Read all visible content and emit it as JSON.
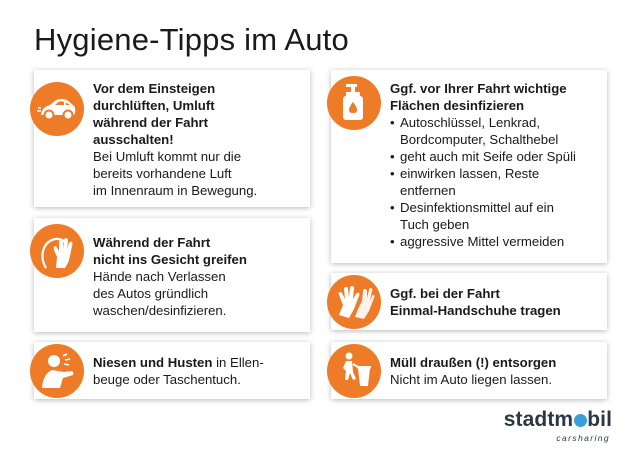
{
  "title": "Hygiene-Tipps im Auto",
  "accent_color": "#ee7b27",
  "cards": {
    "ventilate": {
      "icon": "car-icon",
      "heading": [
        "Vor dem Einsteigen",
        "durchlüften, Umluft",
        "während der Fahrt",
        "ausschalten!"
      ],
      "body": [
        "Bei Umluft kommt nur die",
        "bereits vorhandene Luft",
        "im Innenraum in Bewegung."
      ]
    },
    "face": {
      "icon": "hand-face-icon",
      "heading": [
        "Während der Fahrt",
        "nicht ins Gesicht greifen"
      ],
      "body": [
        "Hände nach Verlassen",
        "des Autos gründlich",
        "waschen/desinfizieren."
      ]
    },
    "sneeze": {
      "icon": "sneeze-icon",
      "heading_bold": "Niesen und Husten",
      "heading_rest": " in Ellen-",
      "body": [
        "beuge oder Taschentuch."
      ]
    },
    "disinfect": {
      "icon": "sanitizer-icon",
      "heading": [
        "Ggf. vor Ihrer Fahrt wichtige",
        "Flächen desinfizieren"
      ],
      "bullets": [
        [
          "Autoschlüssel, Lenkrad,",
          "Bordcomputer, Schalthebel"
        ],
        [
          "geht auch mit Seife oder Spüli"
        ],
        [
          "einwirken lassen, Reste",
          "entfernen"
        ],
        [
          "Desinfektionsmittel auf ein",
          "Tuch geben"
        ],
        [
          "aggressive Mittel vermeiden"
        ]
      ]
    },
    "gloves": {
      "icon": "gloves-icon",
      "heading": [
        "Ggf. bei der Fahrt",
        "Einmal-Handschuhe tragen"
      ]
    },
    "trash": {
      "icon": "trash-icon",
      "heading": [
        "Müll draußen (!) entsorgen"
      ],
      "body": [
        "Nicht im Auto liegen lassen."
      ]
    }
  },
  "logo": {
    "main_start": "stadtm",
    "main_end": "bil",
    "sub": "carsharing"
  }
}
